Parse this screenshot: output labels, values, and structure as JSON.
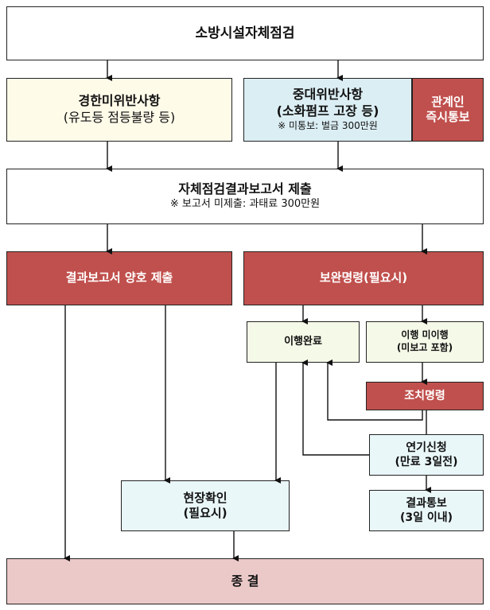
{
  "nodes": {
    "top": "소방시설자체점검",
    "minor_title": "경한미위반사항",
    "minor_sub": "(유도등 점등불량 등)",
    "major_title": "중대위반사항",
    "major_sub": "(소화펌프 고장 등)",
    "major_note": "※ 미통보: 벌금 300만원",
    "notify_line1": "관계인",
    "notify_line2": "즉시통보",
    "report_title": "자체점검결과보고서 제출",
    "report_note": "※ 보고서 미제출: 과태료 300만원",
    "good_report": "결과보고서 양호 제출",
    "supplement_order": "보완명령(필요시)",
    "done": "이행완료",
    "not_done_line1": "이행 미이행",
    "not_done_line2": "(미보고 포함)",
    "action_order": "조치명령",
    "extension_line1": "연기신청",
    "extension_line2": "(만료 3일전)",
    "site_check_line1": "현장확인",
    "site_check_line2": "(필요시)",
    "result_notice_line1": "결과통보",
    "result_notice_line2": "(3일 이내)",
    "end": "종 결"
  },
  "colors": {
    "red_box": "#c0504d",
    "cream_box": "#fefbe9",
    "blue_box": "#dbeef4",
    "green_box": "#f4f9e8",
    "pale_box": "#eaf7f9",
    "end_box": "#ecc9c9"
  }
}
